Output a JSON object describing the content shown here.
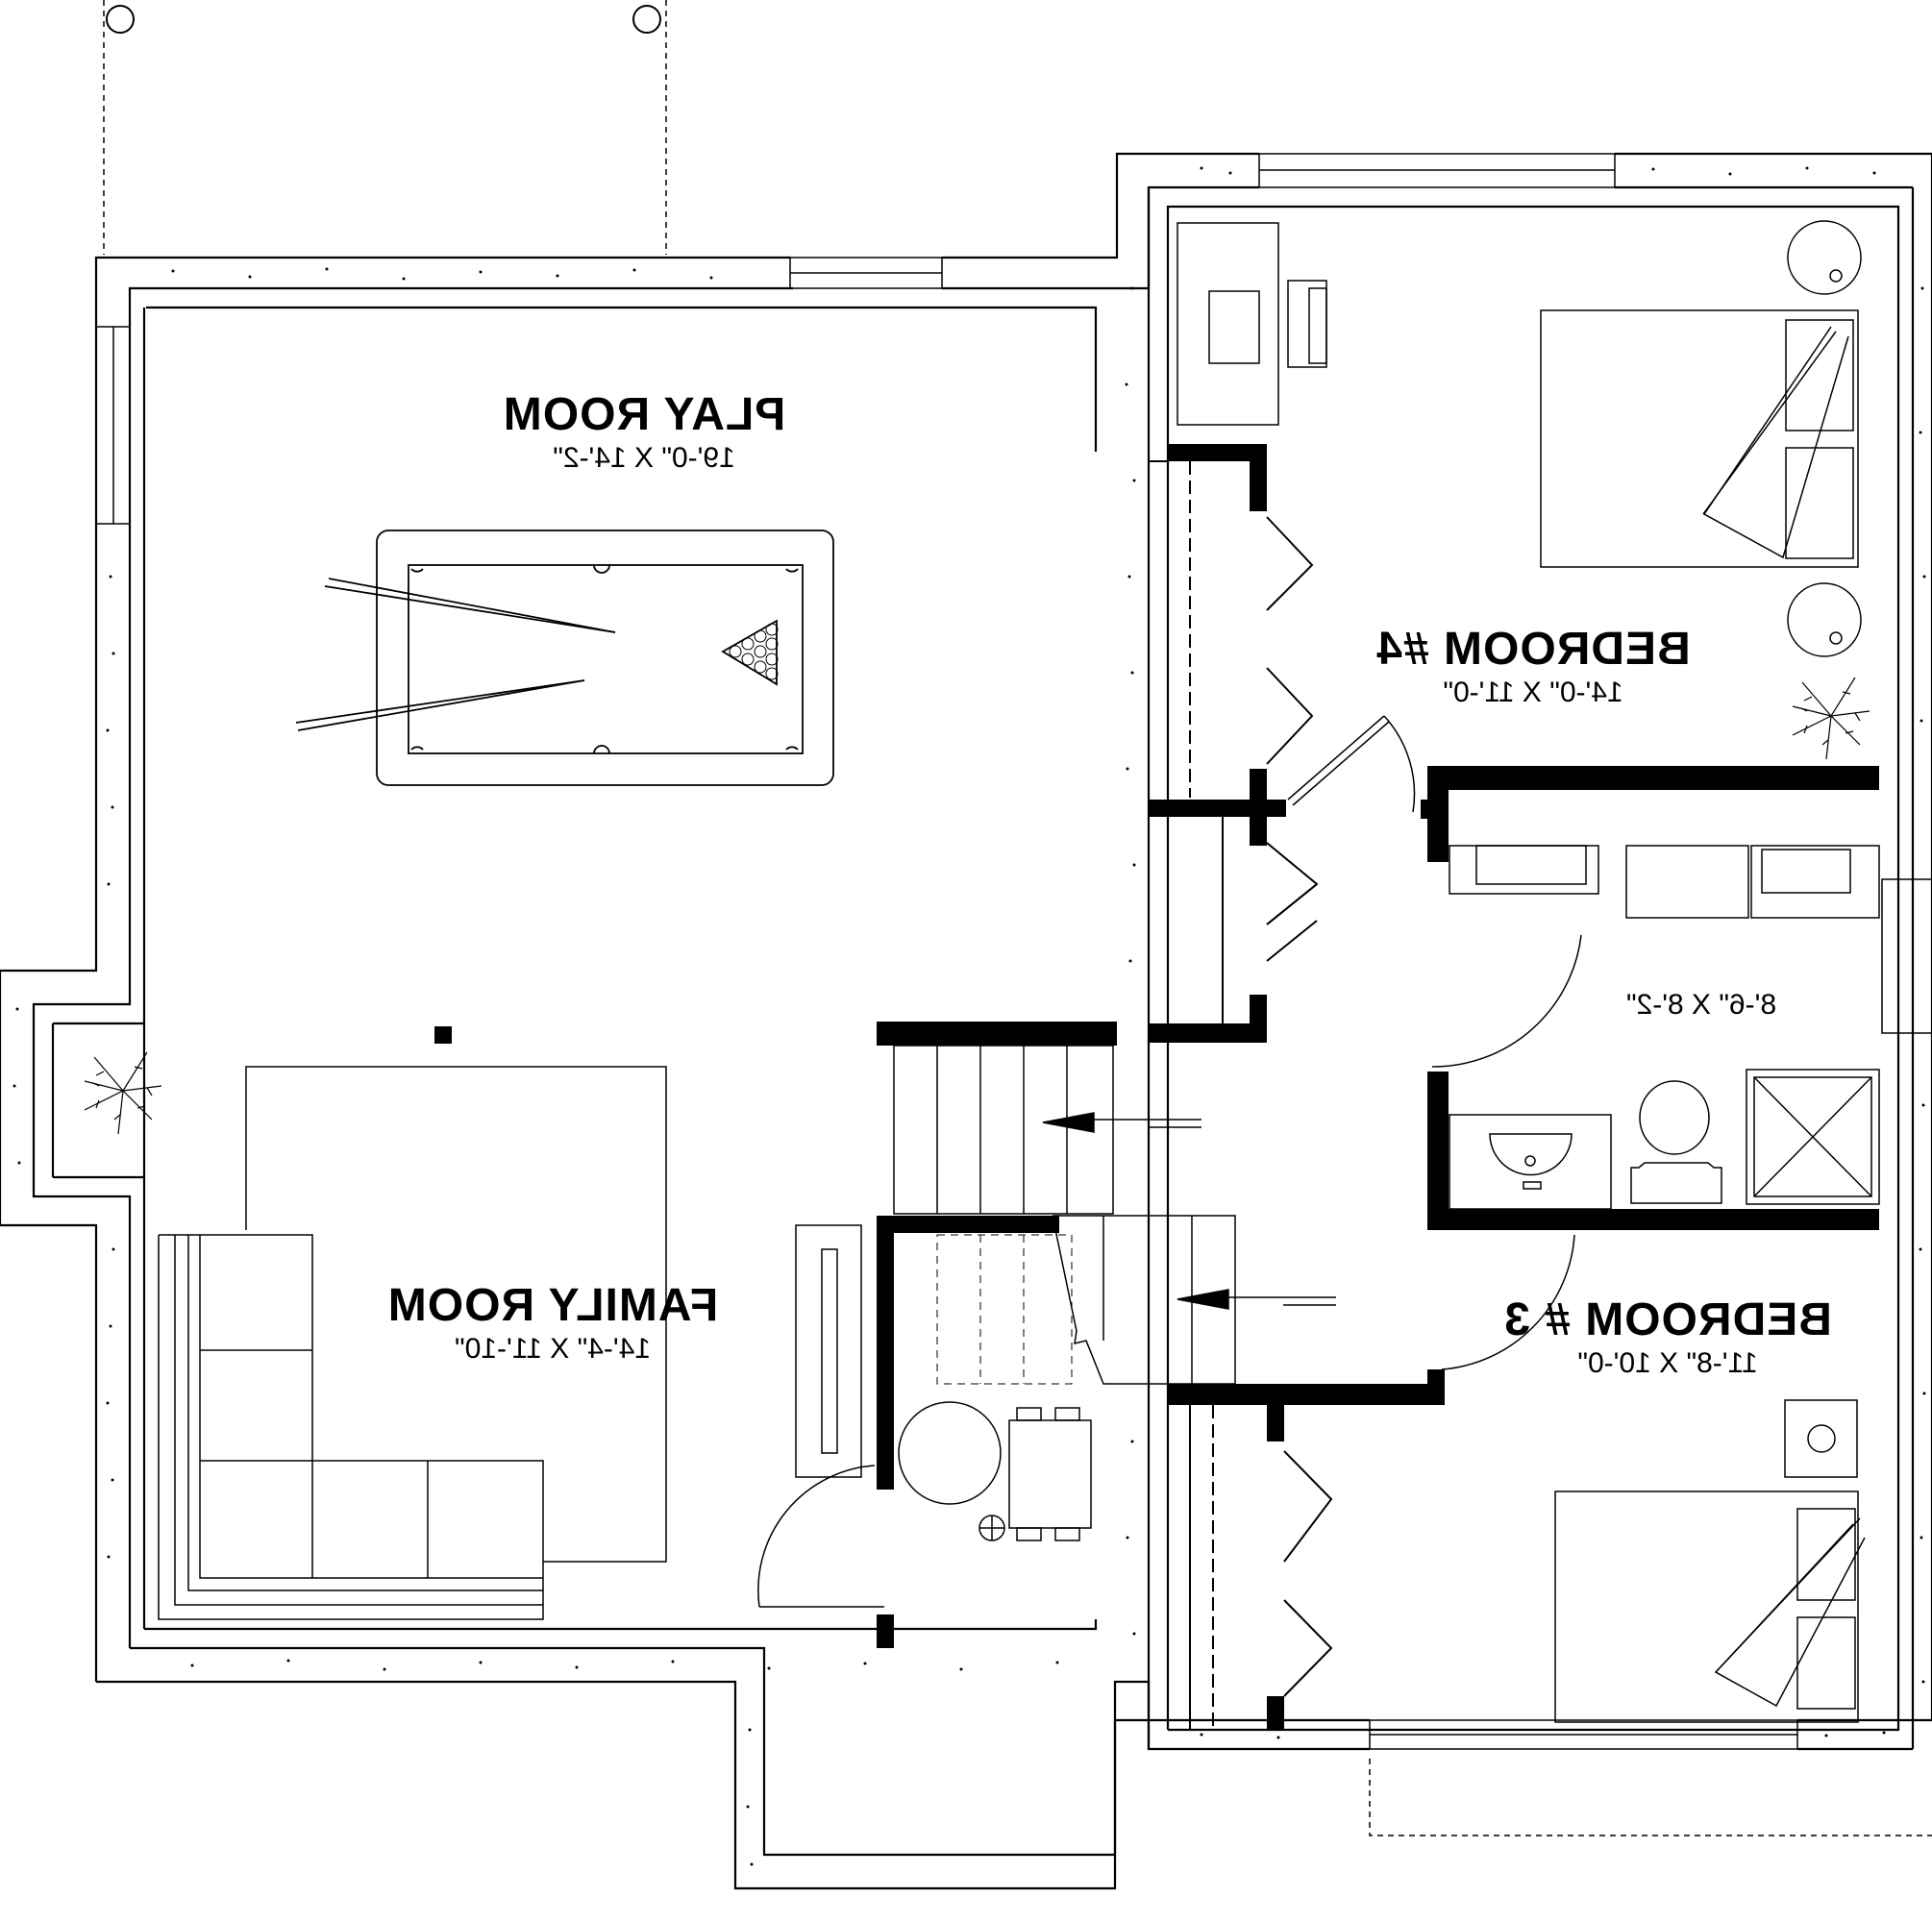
{
  "rooms": {
    "play_room": {
      "name": "PLAY ROOM",
      "dims": "19'-0\" X 14'-2\""
    },
    "family_room": {
      "name": "FAMILY ROOM",
      "dims": "14'-4\" X 11'-10\""
    },
    "bedroom4": {
      "name": "BEDROOM #4",
      "dims": "14'-0\" X 11'-0\""
    },
    "bedroom3": {
      "name": "BEDROOM # 3",
      "dims": "11'-8\" X 10'-0\""
    },
    "bathroom": {
      "name": "",
      "dims": "8'-6\" X 8'-2\""
    }
  },
  "colors": {
    "line": "#000000",
    "fill": "#ffffff",
    "wall": "#000000"
  },
  "icons": [
    "pool-table-icon",
    "plant-icon",
    "bed-icon",
    "sofa-icon",
    "stair-arrow-icon",
    "toilet-icon",
    "sink-icon",
    "shower-icon",
    "desk-icon",
    "dining-table-icon"
  ]
}
